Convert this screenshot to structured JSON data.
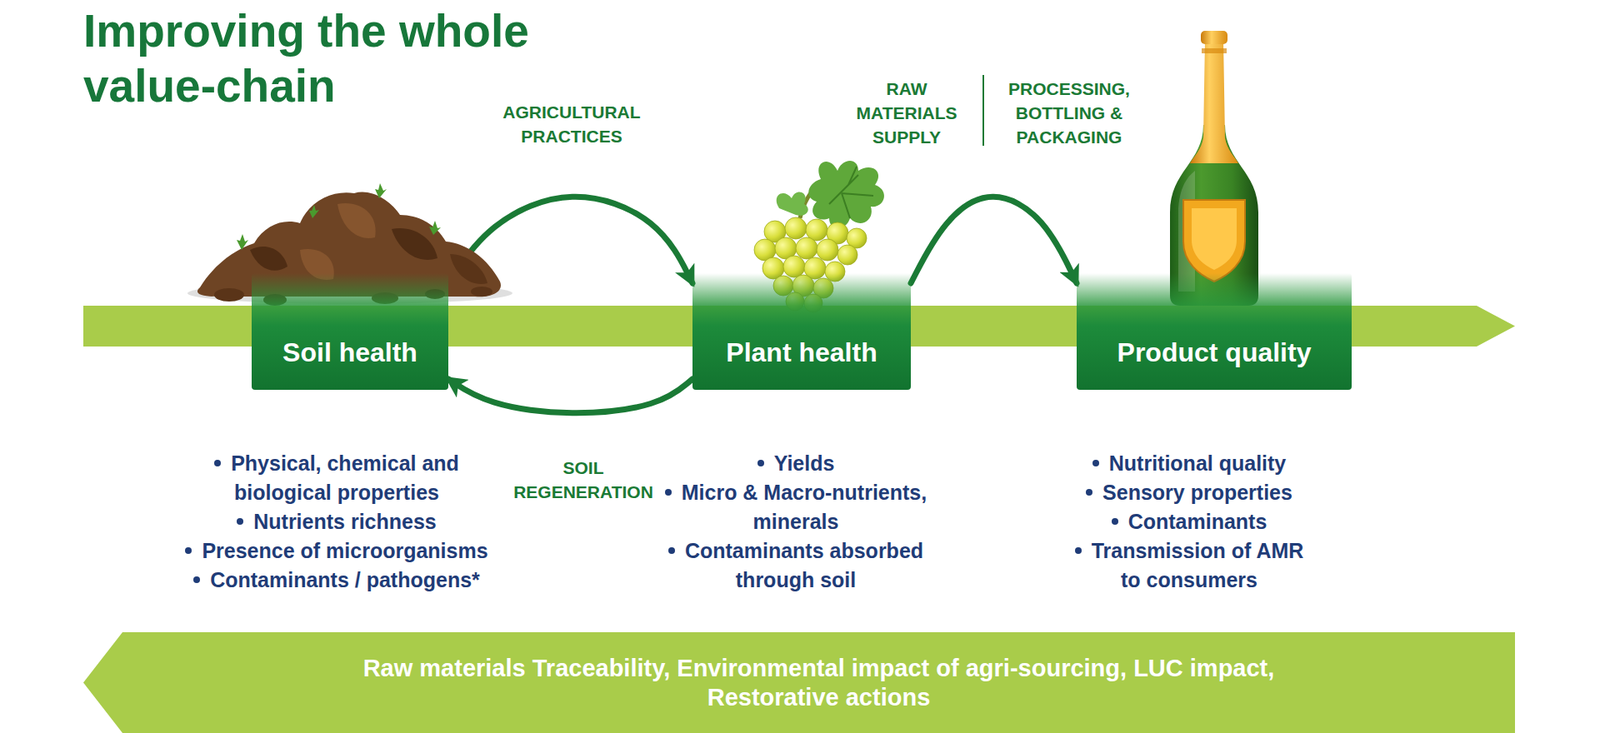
{
  "diagram": {
    "title": "Improving the whole value-chain",
    "nodes": [
      {
        "text": [
          "Soil health",
          "Physical, chemical and biological properties",
          "Nutrients richness",
          "Presence of microorganisms",
          "Contaminants / pathogens*"
        ]
      },
      {
        "text": [
          "Plant health",
          "Yields",
          "Micro & Macro-nutrients, minerals",
          "Contaminants absorbed through soil"
        ]
      },
      {
        "text": [
          "Product quality",
          "Nutritional quality",
          "Sensory properties",
          "Contaminants",
          "Transmission of AMR to consumers"
        ]
      },
      {
        "text": [
          "Raw materials Traceability, Environmental impact of agri-sourcing, LUC impact, Restorative actions"
        ]
      }
    ],
    "edges": [
      {
        "from": 0,
        "to": 1,
        "label": "AGRICULTURAL PRACTICES",
        "arrow": "to"
      },
      {
        "from": 1,
        "to": 0,
        "label": "SOIL REGENERATION",
        "arrow": "to"
      },
      {
        "from": 1,
        "to": 2,
        "label": "RAW MATERIALS SUPPLY",
        "arrow": "to"
      }
    ],
    "labels": [
      "PROCESSING, BOTTLING & PACKAGING"
    ]
  }
}
